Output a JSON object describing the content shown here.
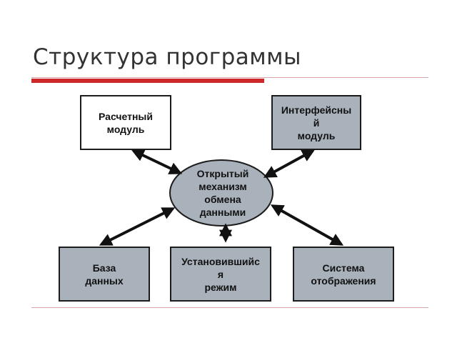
{
  "slide": {
    "title": "Структура программы"
  },
  "nodes": {
    "calc_module": "Расчетный\nмодуль",
    "interface_module": "Интерфейсны\nй\nмодуль",
    "exchange": "Открытый\nмеханизм\nобмена\nданными",
    "database": "База\nданных",
    "steady_state": "Установившийс\nя\nрежим",
    "display_system": "Система\nотображения"
  },
  "colors": {
    "accent_red": "#cc2a2a",
    "box_gray": "#a9b2bb",
    "ellipse_fill": "#a9b2bb",
    "stroke": "#1c1c1c"
  }
}
